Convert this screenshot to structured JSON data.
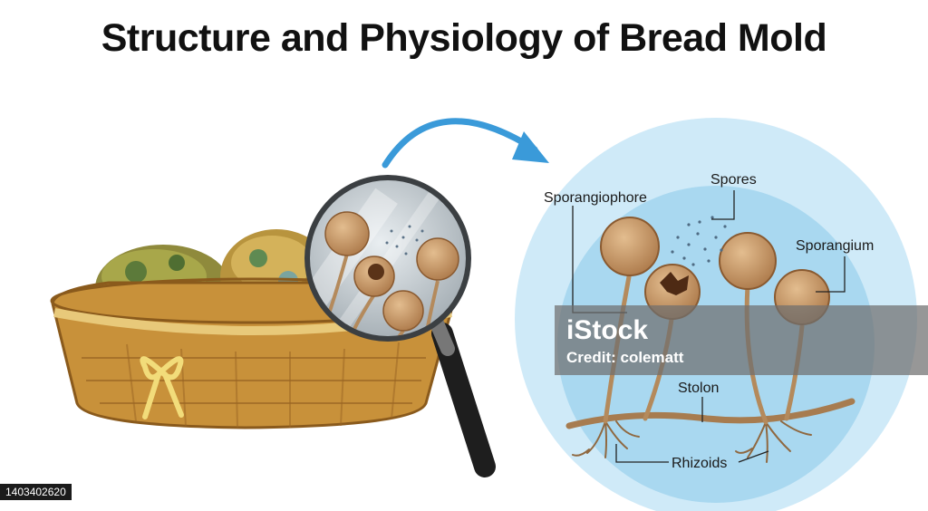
{
  "title": "Structure and Physiology of Bread Mold",
  "labels": {
    "sporangiophore": "Sporangiophore",
    "spores": "Spores",
    "sporangium": "Sporangium",
    "stolon": "Stolon",
    "rhizoids": "Rhizoids"
  },
  "watermark": {
    "brand": "iStock",
    "credit": "Credit: colematt"
  },
  "stock_id": "1403402620",
  "colors": {
    "circle_outer": "#cfeaf8",
    "circle_inner": "#a9d8f0",
    "sporangium": "#c99a6a",
    "stalk": "#b48a5c",
    "basket": "#c8913a",
    "arrow": "#3a9ad9"
  }
}
